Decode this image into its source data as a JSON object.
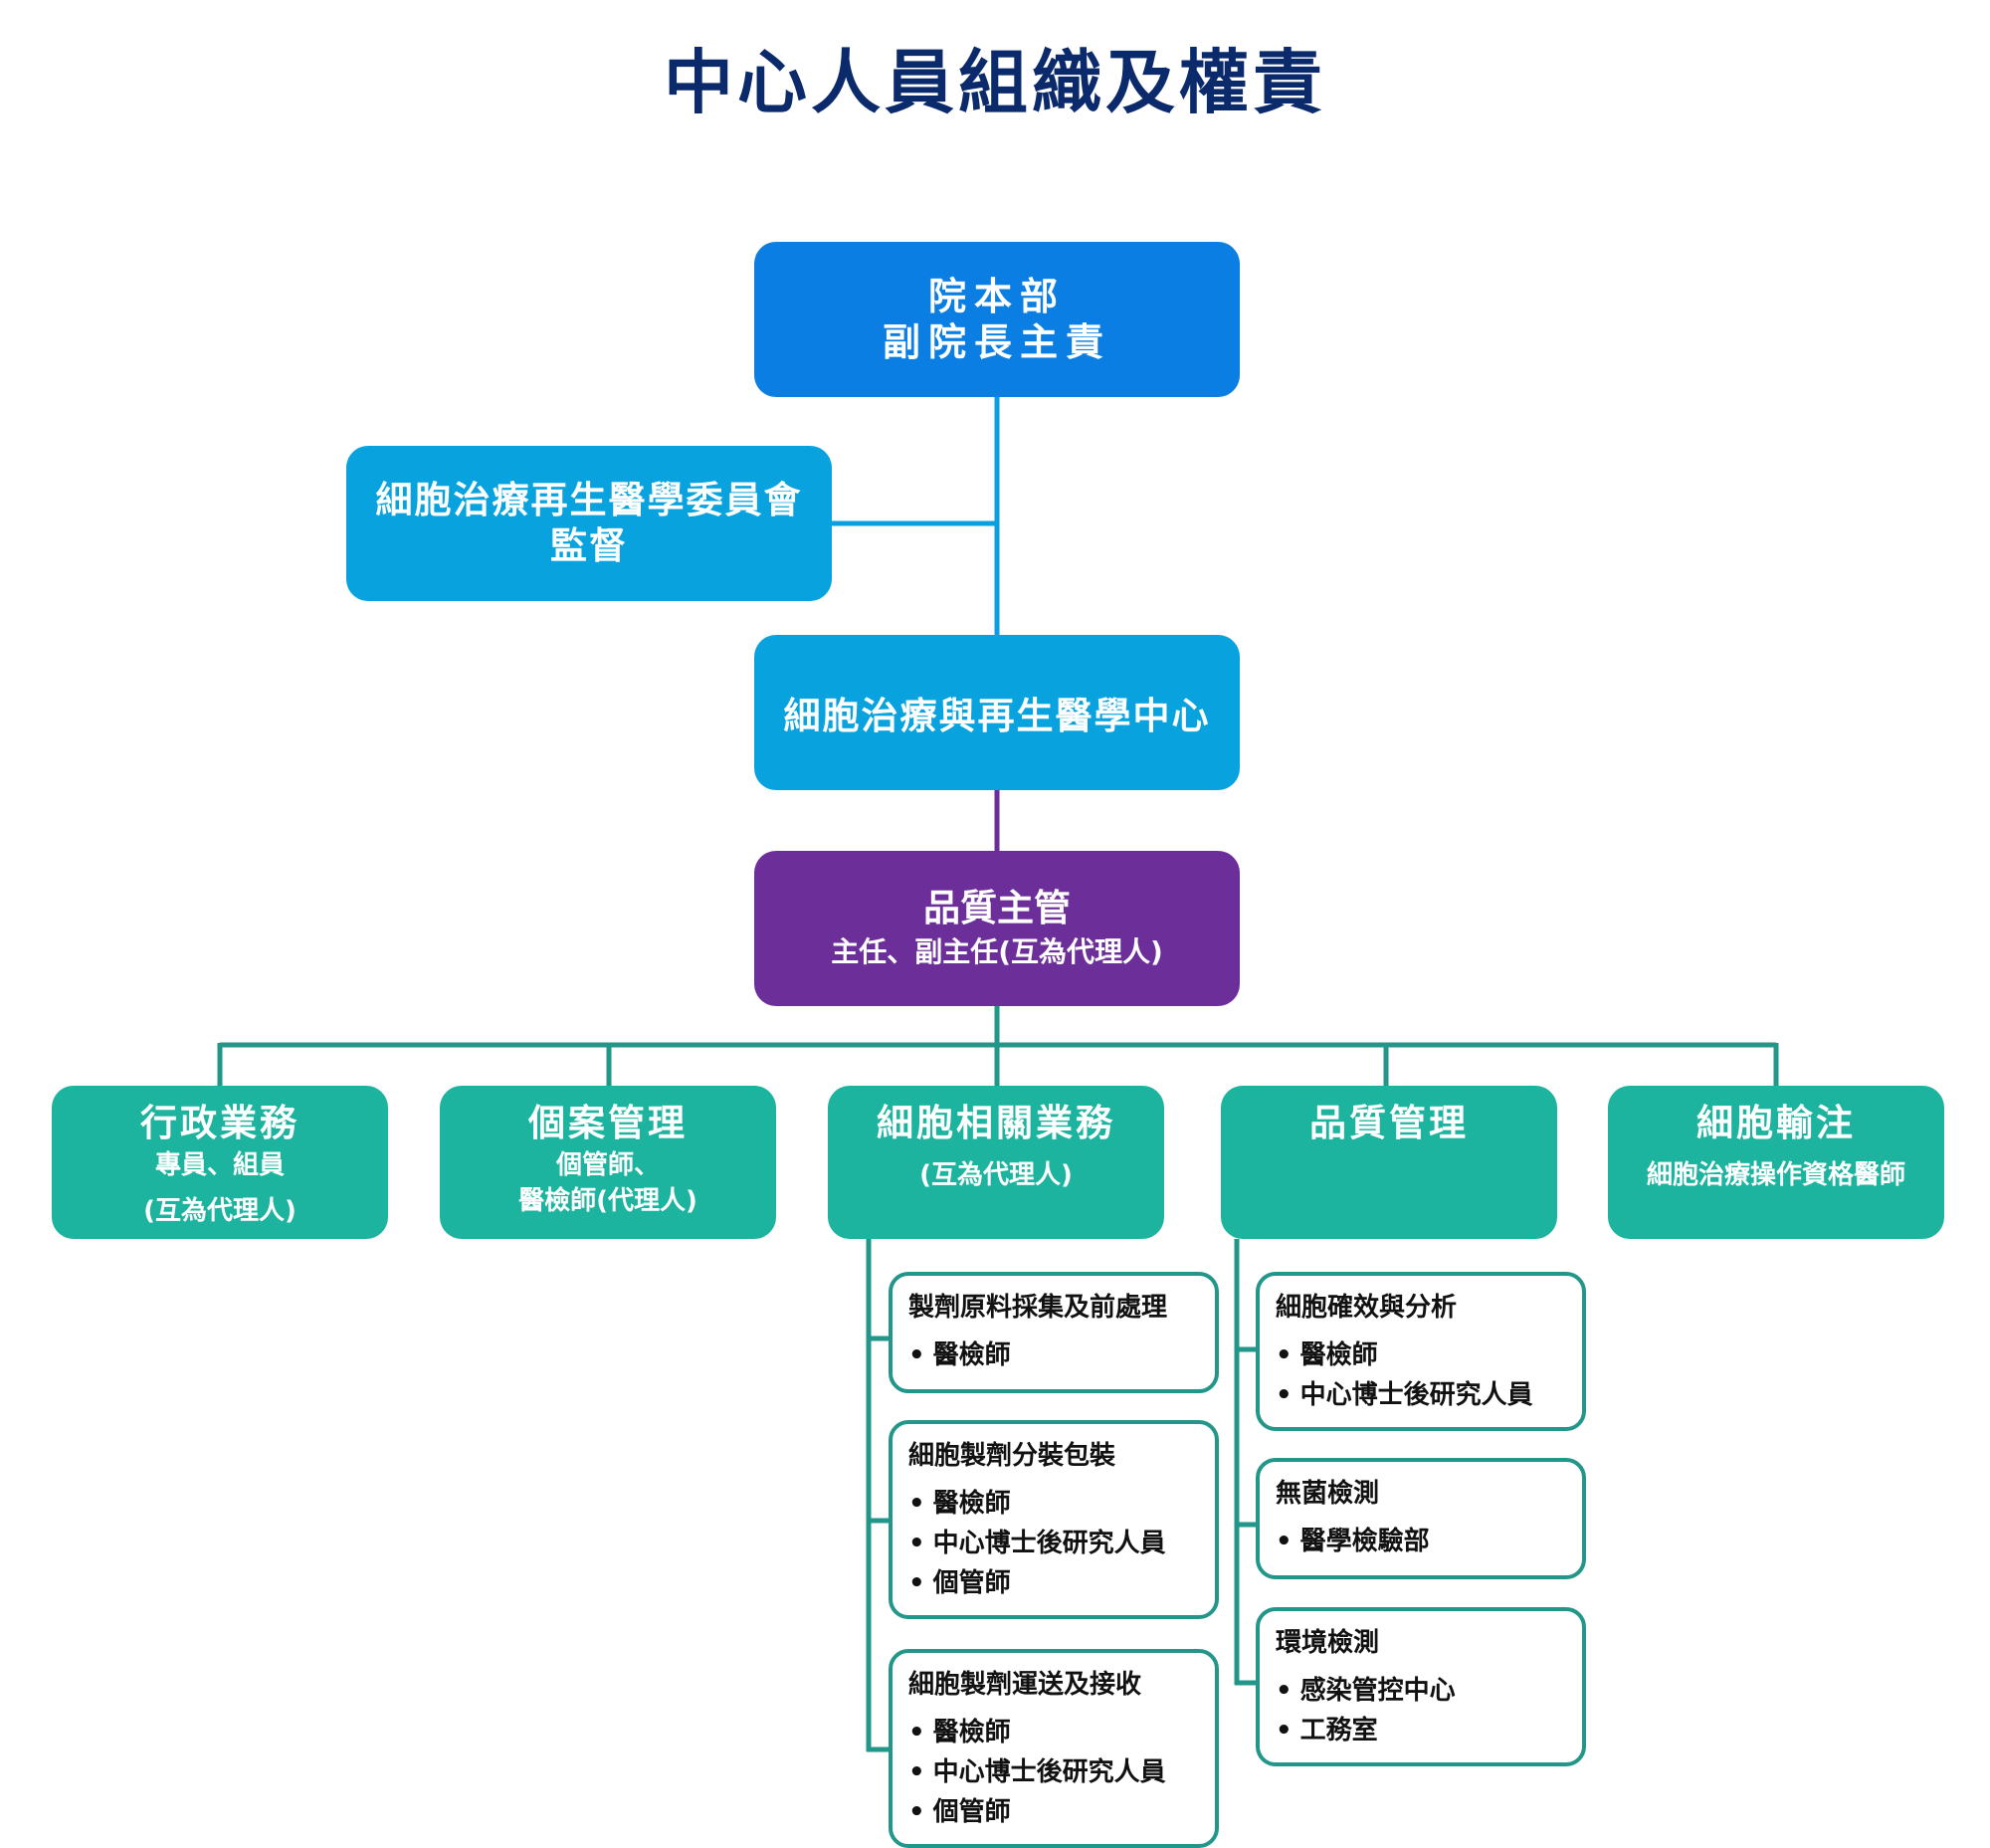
{
  "title": "中心人員組織及權責",
  "colors": {
    "top": "#0a7ee3",
    "committee": "#08a3df",
    "center": "#08a3df",
    "quality_head": "#6c2f9a",
    "department": "#1db49f",
    "task_border": "#23968a",
    "title": "#0b2a6b"
  },
  "top": {
    "line1": "院本部",
    "line2": "副院長主責"
  },
  "committee": {
    "line1": "細胞治療再生醫學委員會",
    "line2": "監督"
  },
  "center": {
    "line1": "細胞治療與再生醫學中心"
  },
  "quality_head": {
    "line1": "品質主管",
    "line2": "主任、副主任(互為代理人)"
  },
  "departments": [
    {
      "name": "行政業務",
      "sub1": "專員、組員",
      "sub2": "(互為代理人)"
    },
    {
      "name": "個案管理",
      "sub1": "個管師、",
      "sub2": "醫檢師(代理人)"
    },
    {
      "name": "細胞相關業務",
      "sub1": "(互為代理人)"
    },
    {
      "name": "品質管理"
    },
    {
      "name": "細胞輸注",
      "sub1": "細胞治療操作資格醫師"
    }
  ],
  "cell_tasks": [
    {
      "title": "製劑原料採集及前處理",
      "items": [
        "醫檢師"
      ]
    },
    {
      "title": "細胞製劑分裝包裝",
      "items": [
        "醫檢師",
        "中心博士後研究人員",
        "個管師"
      ]
    },
    {
      "title": "細胞製劑運送及接收",
      "items": [
        "醫檢師",
        "中心博士後研究人員",
        "個管師"
      ]
    }
  ],
  "quality_tasks": [
    {
      "title": "細胞確效與分析",
      "items": [
        "醫檢師",
        "中心博士後研究人員"
      ]
    },
    {
      "title": "無菌檢測",
      "items": [
        "醫學檢驗部"
      ]
    },
    {
      "title": "環境檢測",
      "items": [
        "感染管控中心",
        "工務室"
      ]
    }
  ]
}
